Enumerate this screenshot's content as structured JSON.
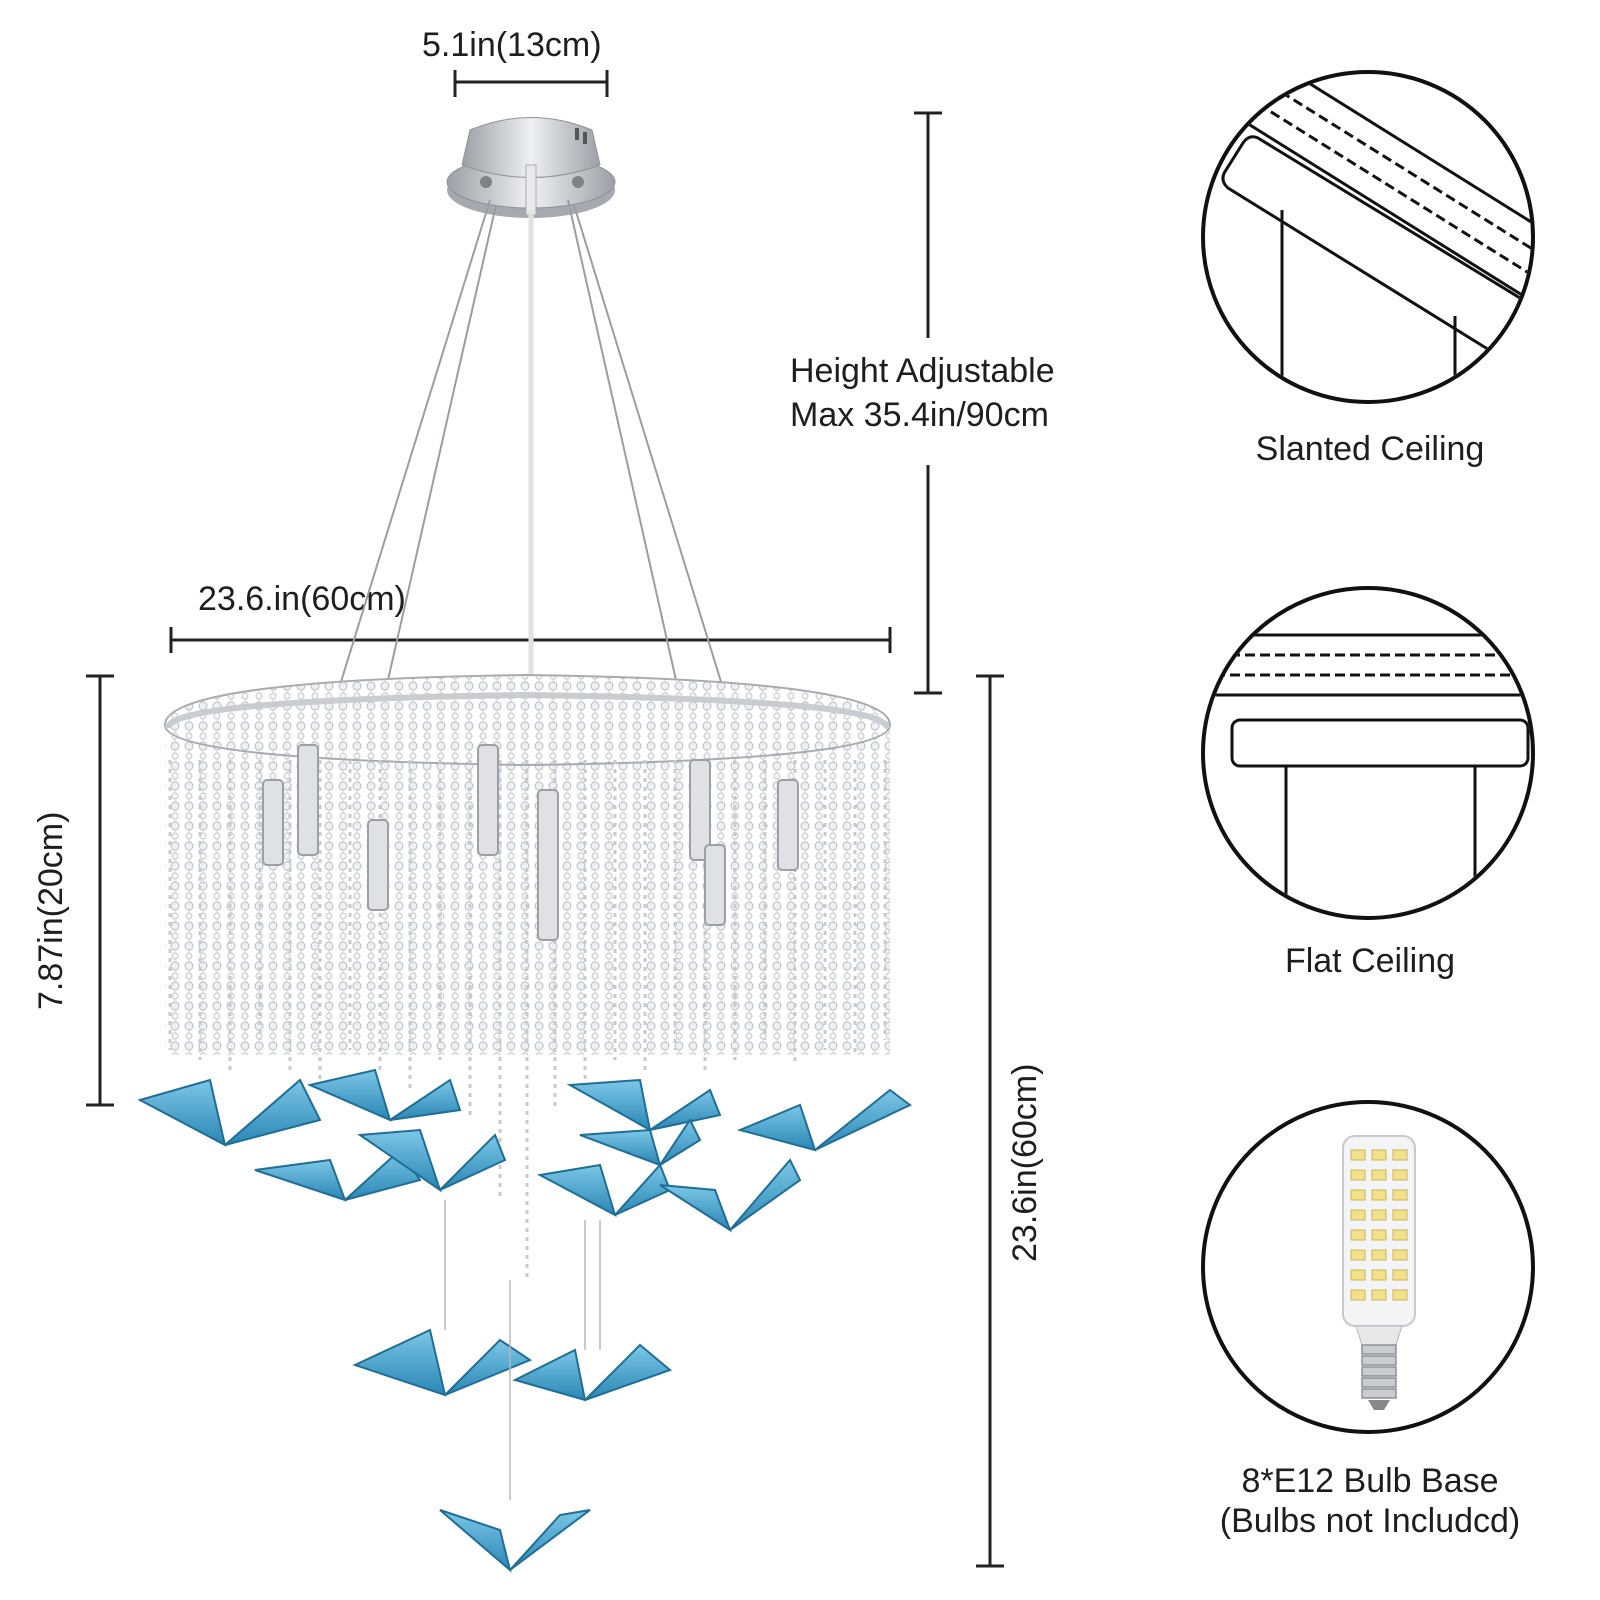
{
  "dimensions": {
    "canopy_width": "5.1in(13cm)",
    "height_adjustable_line1": "Height Adjustable",
    "height_adjustable_line2": "Max 35.4in/90cm",
    "diameter": "23.6.in(60cm)",
    "body_height": "7.87in(20cm)",
    "total_height": "23.6in(60cm)"
  },
  "install_options": {
    "slanted": "Slanted Ceiling",
    "flat": "Flat Ceiling"
  },
  "bulb": {
    "line1": "8*E12 Bulb Base",
    "line2": "(Bulbs not Includcd)"
  },
  "colors": {
    "butterfly": "#3a9ac4",
    "crystal": "#c8ccd2",
    "chrome": "#b8bcc2",
    "line": "#222222"
  }
}
